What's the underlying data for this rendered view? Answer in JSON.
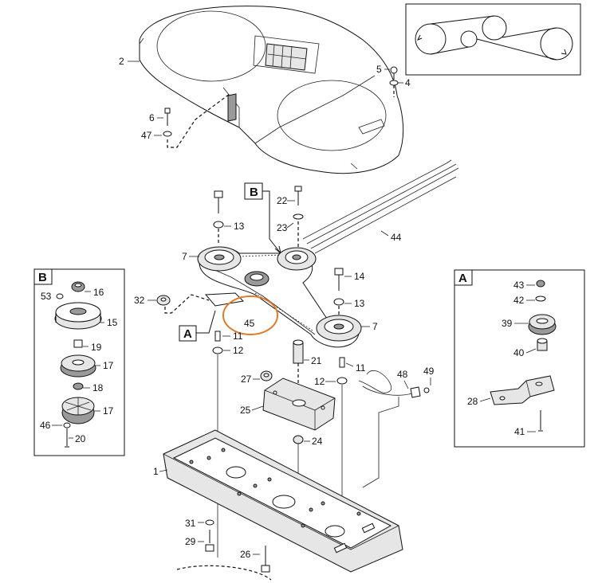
{
  "colors": {
    "highlight": "#e07b2a",
    "line": "#111111",
    "part_fill": "#e6e6e6",
    "shade": "#9a9a9a"
  },
  "callouts": {
    "box_b": "B",
    "box_a": "A",
    "inset_b": "B",
    "inset_a": "A",
    "highlight": "45"
  },
  "part_numbers": {
    "n2": "2",
    "n5": "5",
    "n4": "4",
    "n6": "6",
    "n47": "47",
    "n22": "22",
    "n23": "23",
    "n13a": "13",
    "n13b": "13",
    "n44": "44",
    "n7a": "7",
    "n7b": "7",
    "n14": "14",
    "n32": "32",
    "n11a": "11",
    "n11b": "11",
    "n12a": "12",
    "n12b": "12",
    "n21": "21",
    "n27": "27",
    "n25": "25",
    "n24": "24",
    "n48": "48",
    "n49": "49",
    "n1": "1",
    "n31": "31",
    "n29": "29",
    "n26": "26",
    "b53": "53",
    "b16": "16",
    "b15": "15",
    "b19": "19",
    "b17a": "17",
    "b18": "18",
    "b17b": "17",
    "b46": "46",
    "b20": "20",
    "a43": "43",
    "a42": "42",
    "a39": "39",
    "a40": "40",
    "a28": "28",
    "a41": "41"
  }
}
